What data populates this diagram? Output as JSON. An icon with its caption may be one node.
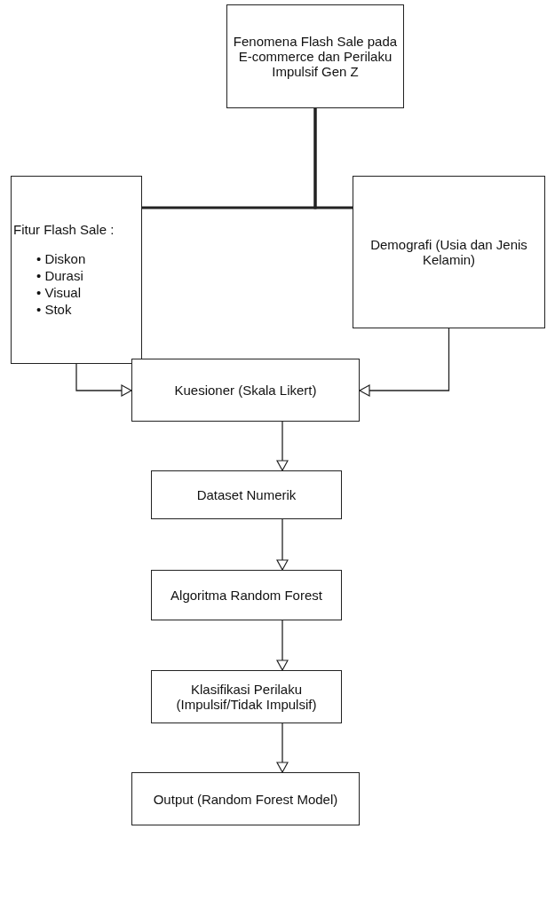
{
  "diagram": {
    "nodes": [
      {
        "text": [
          "Fenomena Flash Sale pada E-commerce dan Perilaku Impulsif Gen Z"
        ]
      },
      {
        "text": [
          "Fitur Flash Sale :",
          "• Diskon",
          "• Durasi",
          "• Visual",
          "• Stok"
        ]
      },
      {
        "text": [
          "Demografi (Usia dan Jenis Kelamin)"
        ]
      },
      {
        "text": [
          "Kuesioner (Skala Likert)"
        ]
      },
      {
        "text": [
          "Dataset Numerik"
        ]
      },
      {
        "text": [
          "Algoritma Random Forest"
        ]
      },
      {
        "text": [
          "Klasifikasi Perilaku (Impulsif/Tidak Impulsif)"
        ]
      },
      {
        "text": [
          "Output (Random Forest Model)"
        ]
      }
    ],
    "edges": [
      {
        "from": 0,
        "to": 1,
        "arrow": "none",
        "style": "thick"
      },
      {
        "from": 0,
        "to": 2,
        "arrow": "none",
        "style": "thick"
      },
      {
        "from": 1,
        "to": 3,
        "arrow": "to"
      },
      {
        "from": 2,
        "to": 3,
        "arrow": "to"
      },
      {
        "from": 3,
        "to": 4,
        "arrow": "to"
      },
      {
        "from": 4,
        "to": 5,
        "arrow": "to"
      },
      {
        "from": 5,
        "to": 6,
        "arrow": "to"
      },
      {
        "from": 6,
        "to": 7,
        "arrow": "to"
      }
    ]
  }
}
